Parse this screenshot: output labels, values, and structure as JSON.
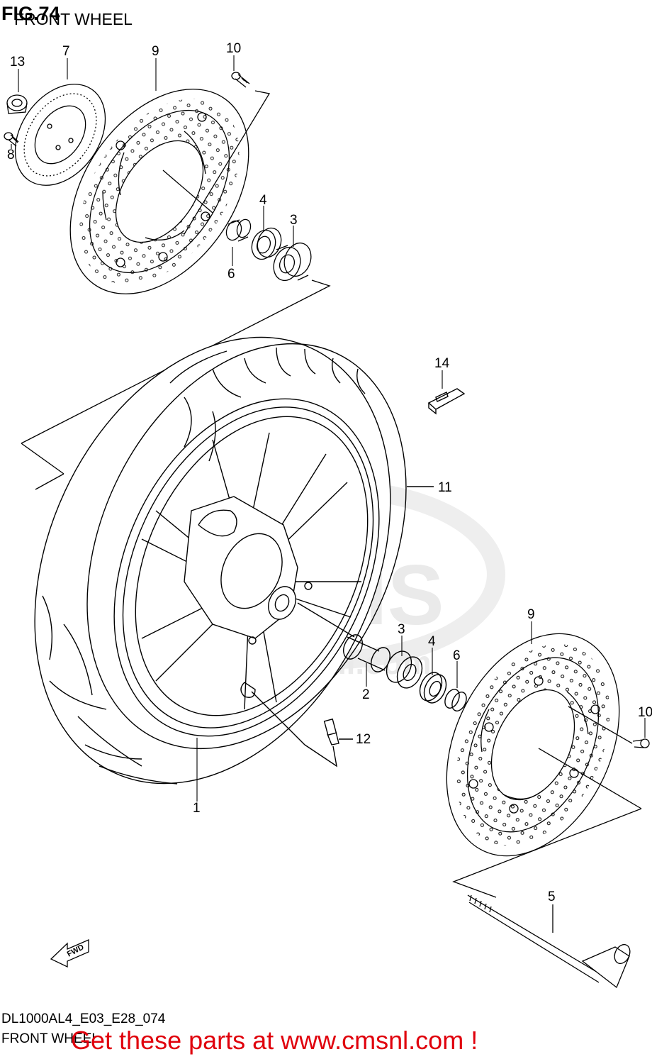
{
  "figure": {
    "number": "FIG.74",
    "title": "FRONT WHEEL",
    "diagram_code": "DL1000AL4_E03_E28_074",
    "footer_title": "FRONT WHEEL"
  },
  "callouts": {
    "c1": "1",
    "c2": "2",
    "c3a": "3",
    "c3b": "3",
    "c4a": "4",
    "c4b": "4",
    "c5": "5",
    "c6a": "6",
    "c6b": "6",
    "c7": "7",
    "c8": "8",
    "c9a": "9",
    "c9b": "9",
    "c10a": "10",
    "c10b": "10",
    "c11": "11",
    "c12": "12",
    "c13": "13",
    "c14": "14"
  },
  "direction_marker": "FWD",
  "watermark": {
    "brand": "CMS",
    "site": "www.cmsnl.com"
  },
  "promo_text": "Get these parts at www.cmsnl.com !",
  "colors": {
    "promo": "#e0000c",
    "line": "#000000",
    "watermark": "#e8e8e8"
  }
}
